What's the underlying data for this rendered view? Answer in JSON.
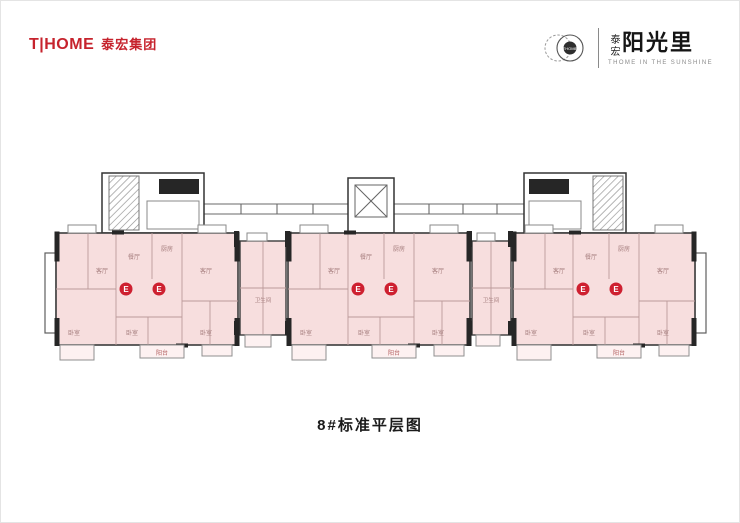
{
  "header": {
    "logo_left": {
      "mark": "T|HOME",
      "company": "泰宏集团",
      "color": "#c6232d"
    },
    "logo_right": {
      "emblem_text": "THOME",
      "brand_small": "泰宏",
      "brand_large": "阳光里",
      "tagline": "THOME IN THE SUNSHINE"
    }
  },
  "floorplan": {
    "unit_marker": "E",
    "marker_color": "#ce2030",
    "room_fill": "#f7dede",
    "labels": {
      "living": "客厅",
      "dining": "餐厅",
      "kitchen": "厨房",
      "bedroom": "卧室",
      "bath": "卫生间",
      "balcony": "阳台"
    }
  },
  "footer": {
    "caption": "8#标准平层图"
  }
}
